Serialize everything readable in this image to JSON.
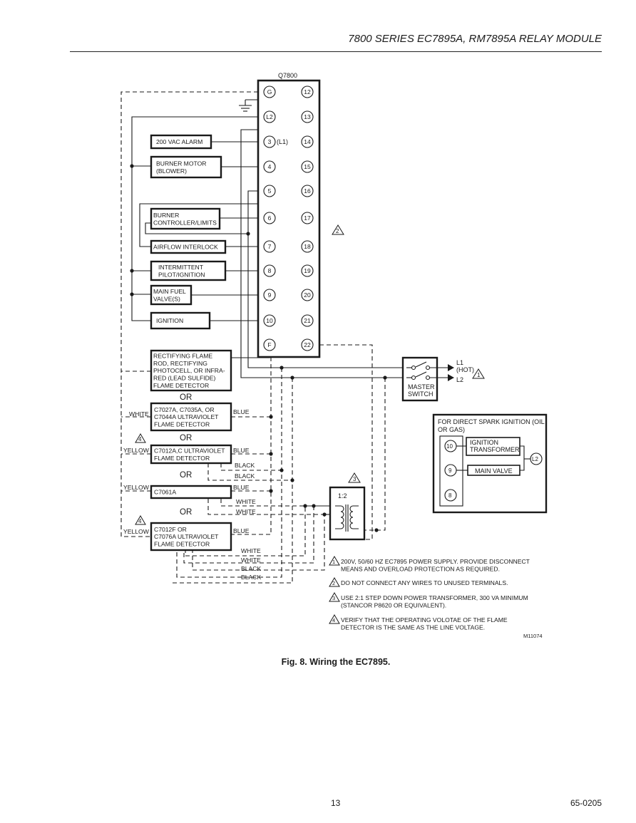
{
  "header": {
    "title": "7800 SERIES EC7895A, RM7895A RELAY MODULE"
  },
  "module": {
    "name": "Q7800",
    "left_terminals": [
      "G",
      "L2",
      "3",
      "4",
      "5",
      "6",
      "7",
      "8",
      "9",
      "10",
      "F"
    ],
    "right_terminals": [
      "12",
      "13",
      "14",
      "15",
      "16",
      "17",
      "18",
      "19",
      "20",
      "21",
      "22"
    ],
    "l1_note": "(L1)"
  },
  "devices": {
    "alarm": [
      "200 VAC ALARM"
    ],
    "burner_motor": [
      "BURNER MOTOR",
      "(BLOWER)"
    ],
    "burner_controller": [
      "BURNER",
      "CONTROLLER/LIMITS"
    ],
    "airflow": [
      "AIRFLOW INTERLOCK"
    ],
    "pilot": [
      "INTERMITTENT",
      "PILOT/IGNITION"
    ],
    "main_fuel": [
      "MAIN FUEL",
      "VALVE(S)"
    ],
    "ignition": [
      "IGNITION"
    ]
  },
  "detectors": {
    "rectifying": [
      "RECTIFYING FLAME",
      "ROD, RECTIFYING",
      "PHOTOCELL, OR INFRA-",
      "RED (LEAD SULFIDE)",
      "FLAME DETECTOR"
    ],
    "c7027": [
      "C7027A, C7035A, OR",
      "C7044A ULTRAVIOLET",
      "FLAME DETECTOR"
    ],
    "c7012ac": [
      "C7012A,C ULTRAVIOLET",
      "FLAME DETECTOR"
    ],
    "c7061": [
      "C7061A"
    ],
    "c7012f": [
      "C7012F OR",
      "C7076A ULTRAVIOLET",
      "FLAME DETECTOR"
    ]
  },
  "or_label": "OR",
  "wire_colors": {
    "white": "WHITE",
    "blue": "BLUE",
    "yellow": "YELLOW",
    "black": "BLACK"
  },
  "power": {
    "l1": "L1",
    "hot": "(HOT)",
    "l2": "L2",
    "master_switch": [
      "MASTER",
      "SWITCH"
    ],
    "transformer_ratio": "1:2"
  },
  "direct_spark": {
    "title": [
      "FOR DIRECT SPARK IGNITION (OIL",
      "OR GAS)"
    ],
    "terminals": [
      "10",
      "9",
      "8"
    ],
    "ignition_transformer": [
      "IGNITION",
      "TRANSFORMER"
    ],
    "main_valve": "MAIN VALVE",
    "l2": "L2"
  },
  "notes": [
    {
      "num": "1",
      "lines": [
        "200V, 50/60 HZ EC7895 POWER SUPPLY.  PROVIDE DISCONNECT",
        "MEANS AND OVERLOAD PROTECTION AS REQUIRED."
      ]
    },
    {
      "num": "2",
      "lines": [
        "DO NOT CONNECT ANY WIRES TO UNUSED TERMINALS."
      ]
    },
    {
      "num": "3",
      "lines": [
        "USE 2:1 STEP DOWN POWER TRANSFORMER, 300 VA MINIMUM",
        "(STANCOR P8620 OR EQUIVALENT)."
      ]
    },
    {
      "num": "4",
      "lines": [
        "VERIFY THAT THE OPERATING VOLOTAE OF THE FLAME",
        "DETECTOR IS THE SAME AS THE LINE VOLTAGE."
      ]
    }
  ],
  "note_markers": {
    "one": "1",
    "two": "2",
    "three": "3",
    "four": "4"
  },
  "drawing_id": "M11074",
  "caption": "Fig. 8. Wiring the EC7895.",
  "footer": {
    "page": "13",
    "doc": "65-0205"
  }
}
